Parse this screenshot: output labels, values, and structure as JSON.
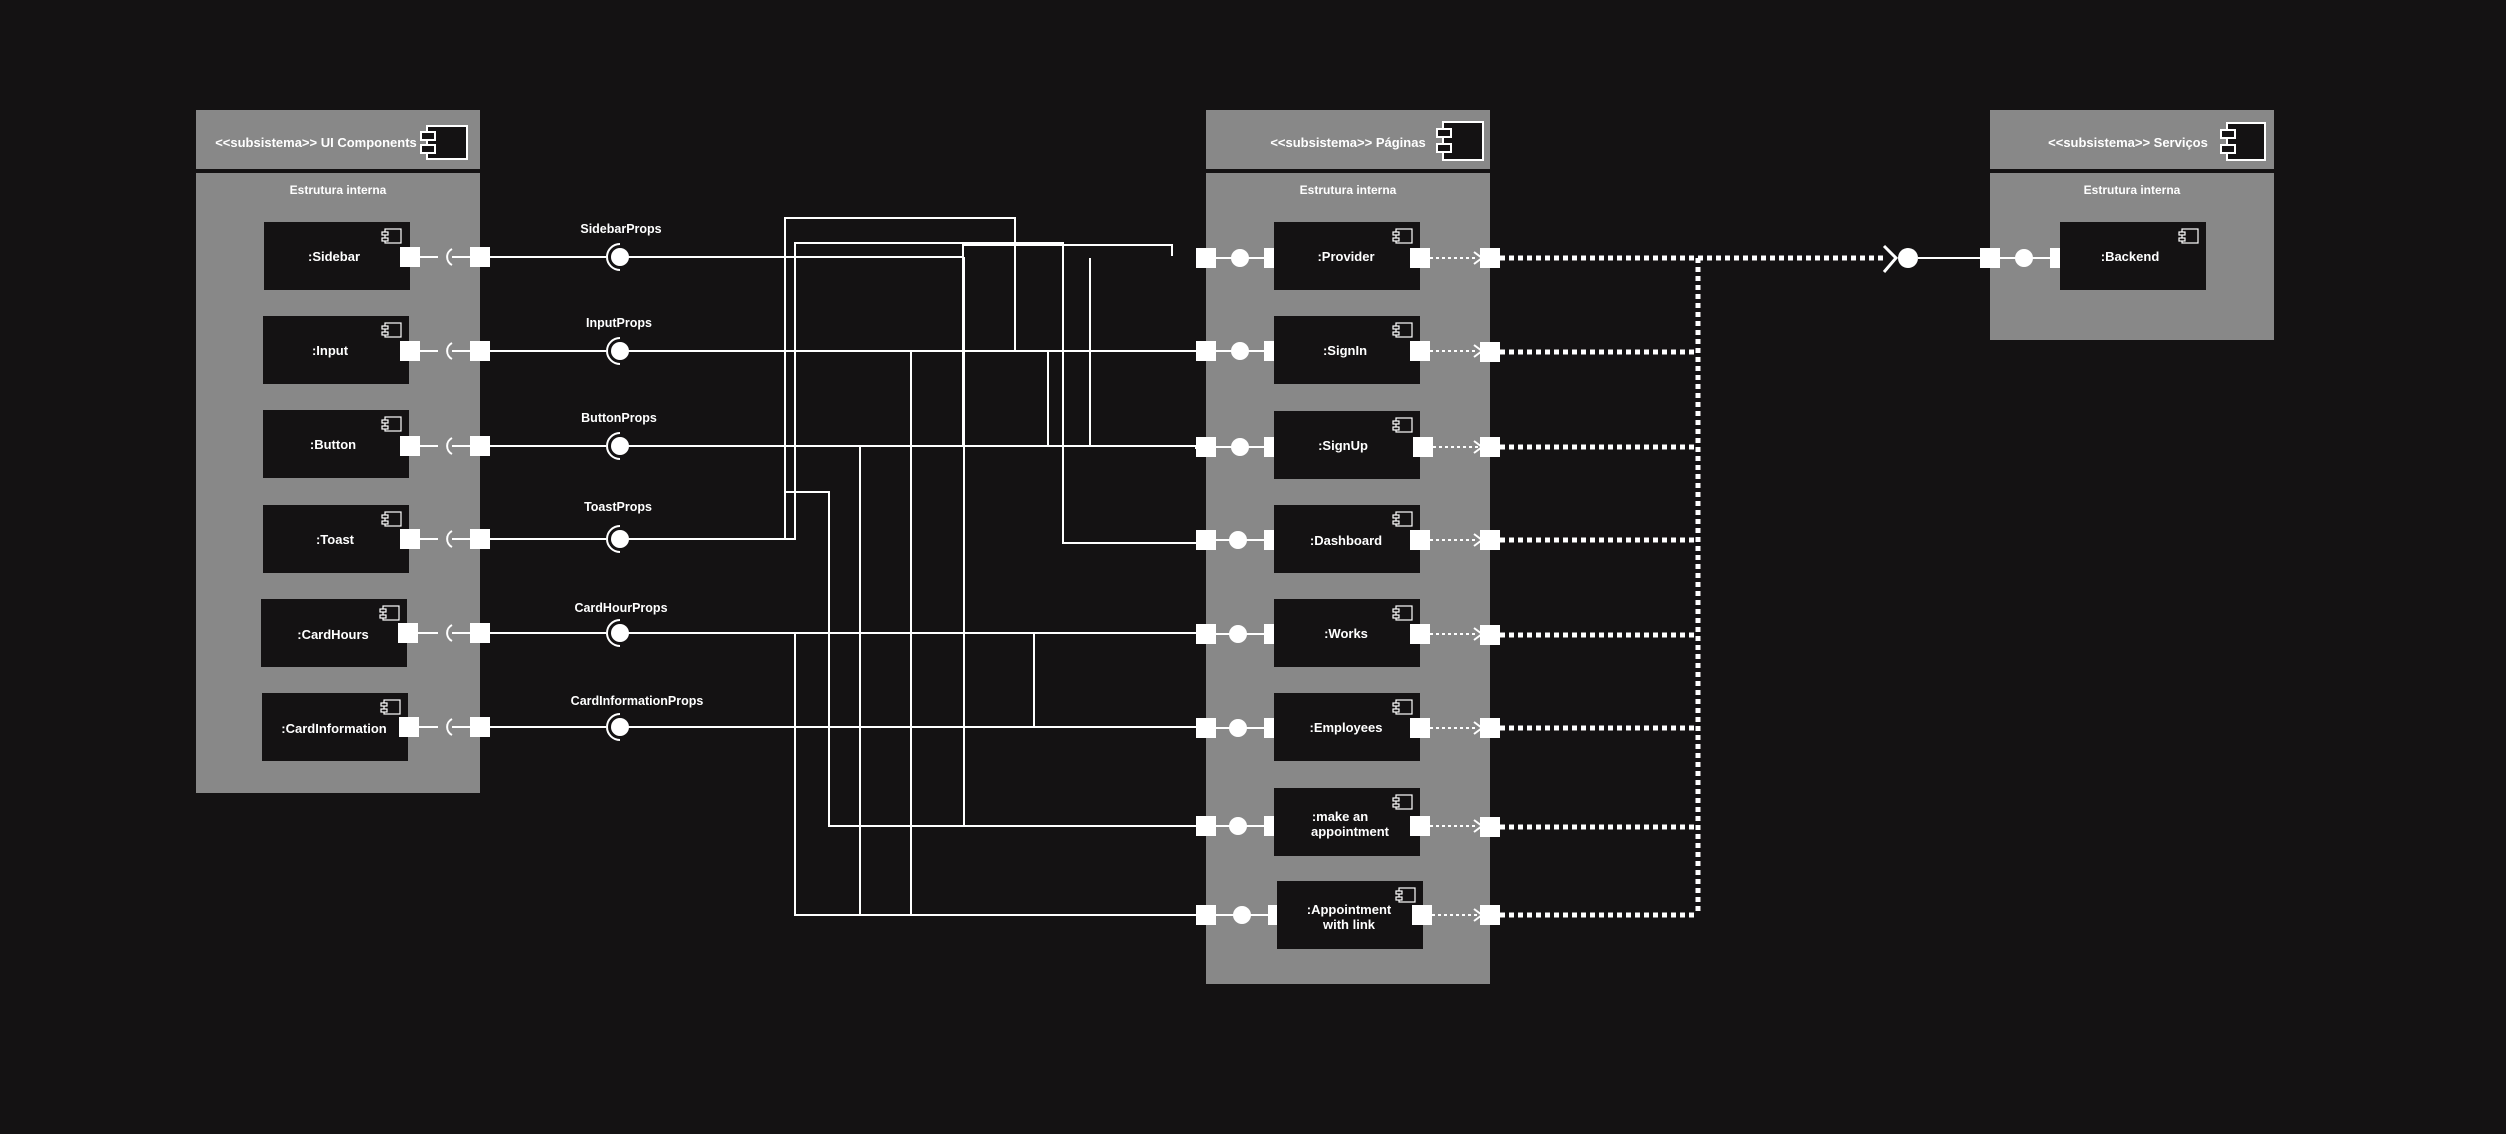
{
  "colors": {
    "background": "#141213",
    "subsystem": "#888888",
    "component": "#141213",
    "line": "#ffffff"
  },
  "subsystems": {
    "ui": {
      "title": "<<subsistema>> UI Components",
      "section": "Estrutura interna",
      "icon": "component-icon"
    },
    "pages": {
      "title": "<<subsistema>> Páginas",
      "section": "Estrutura interna",
      "icon": "component-icon"
    },
    "services": {
      "title": "<<subsistema>> Serviços",
      "section": "Estrutura interna",
      "icon": "component-icon"
    }
  },
  "ui_components": [
    ":Sidebar",
    ":Input",
    ":Button",
    ":Toast",
    ":CardHours",
    ":CardInformation"
  ],
  "interfaces": [
    "SidebarProps",
    "InputProps",
    "ButtonProps",
    "ToastProps",
    "CardHourProps",
    "CardInformationProps"
  ],
  "pages": [
    {
      "line1": ":Provider",
      "line2": ""
    },
    {
      "line1": ":SignIn",
      "line2": ""
    },
    {
      "line1": ":SignUp",
      "line2": ""
    },
    {
      "line1": ":Dashboard",
      "line2": ""
    },
    {
      "line1": ":Works",
      "line2": ""
    },
    {
      "line1": ":Employees",
      "line2": ""
    },
    {
      "line1": ":make an",
      "line2": "appointment"
    },
    {
      "line1": ":Appointment",
      "line2": "with link"
    }
  ],
  "services": [
    ":Backend"
  ]
}
